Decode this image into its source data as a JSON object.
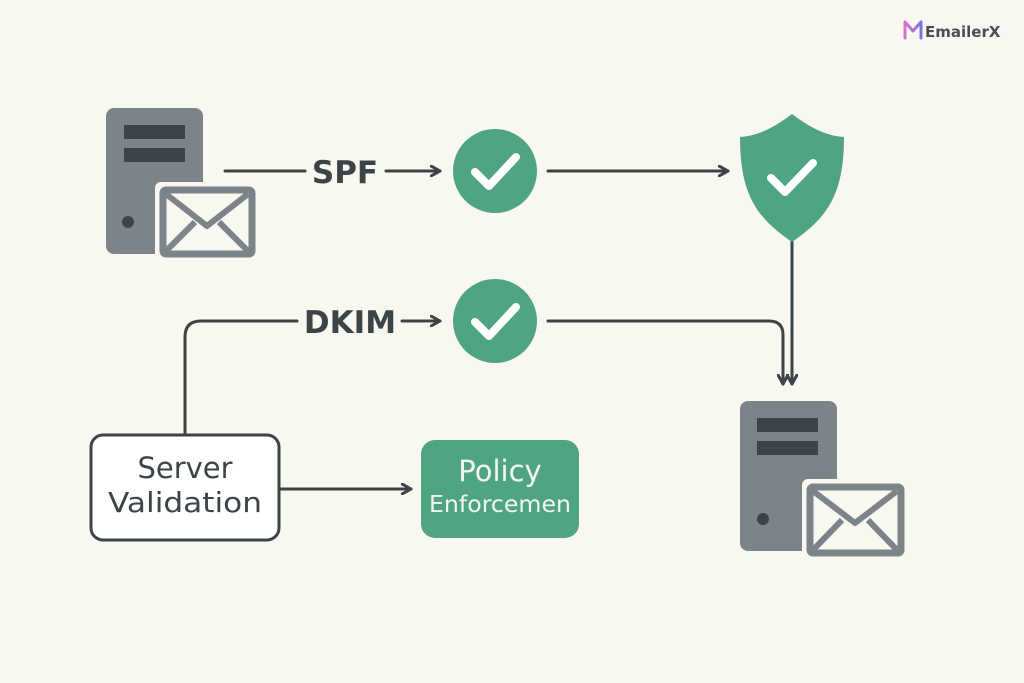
{
  "brand": {
    "name": "EmailerX"
  },
  "labels": {
    "spf": "SPF",
    "dkim": "DKIM",
    "server_validation_line1": "Server",
    "server_validation_line2": "Validation",
    "policy_line1": "Policy",
    "policy_line2": "Enforcemen"
  },
  "icons": {
    "sender": "mail-server-icon",
    "receiver": "mail-server-icon",
    "spf_check": "check-circle-icon",
    "dkim_check": "check-circle-icon",
    "shield": "shield-check-icon",
    "logo": "emailerx-logo-icon"
  },
  "colors": {
    "background": "#f8f7f0",
    "accent_green": "#4fa583",
    "server_gray": "#7d8489",
    "line": "#3d4448"
  }
}
